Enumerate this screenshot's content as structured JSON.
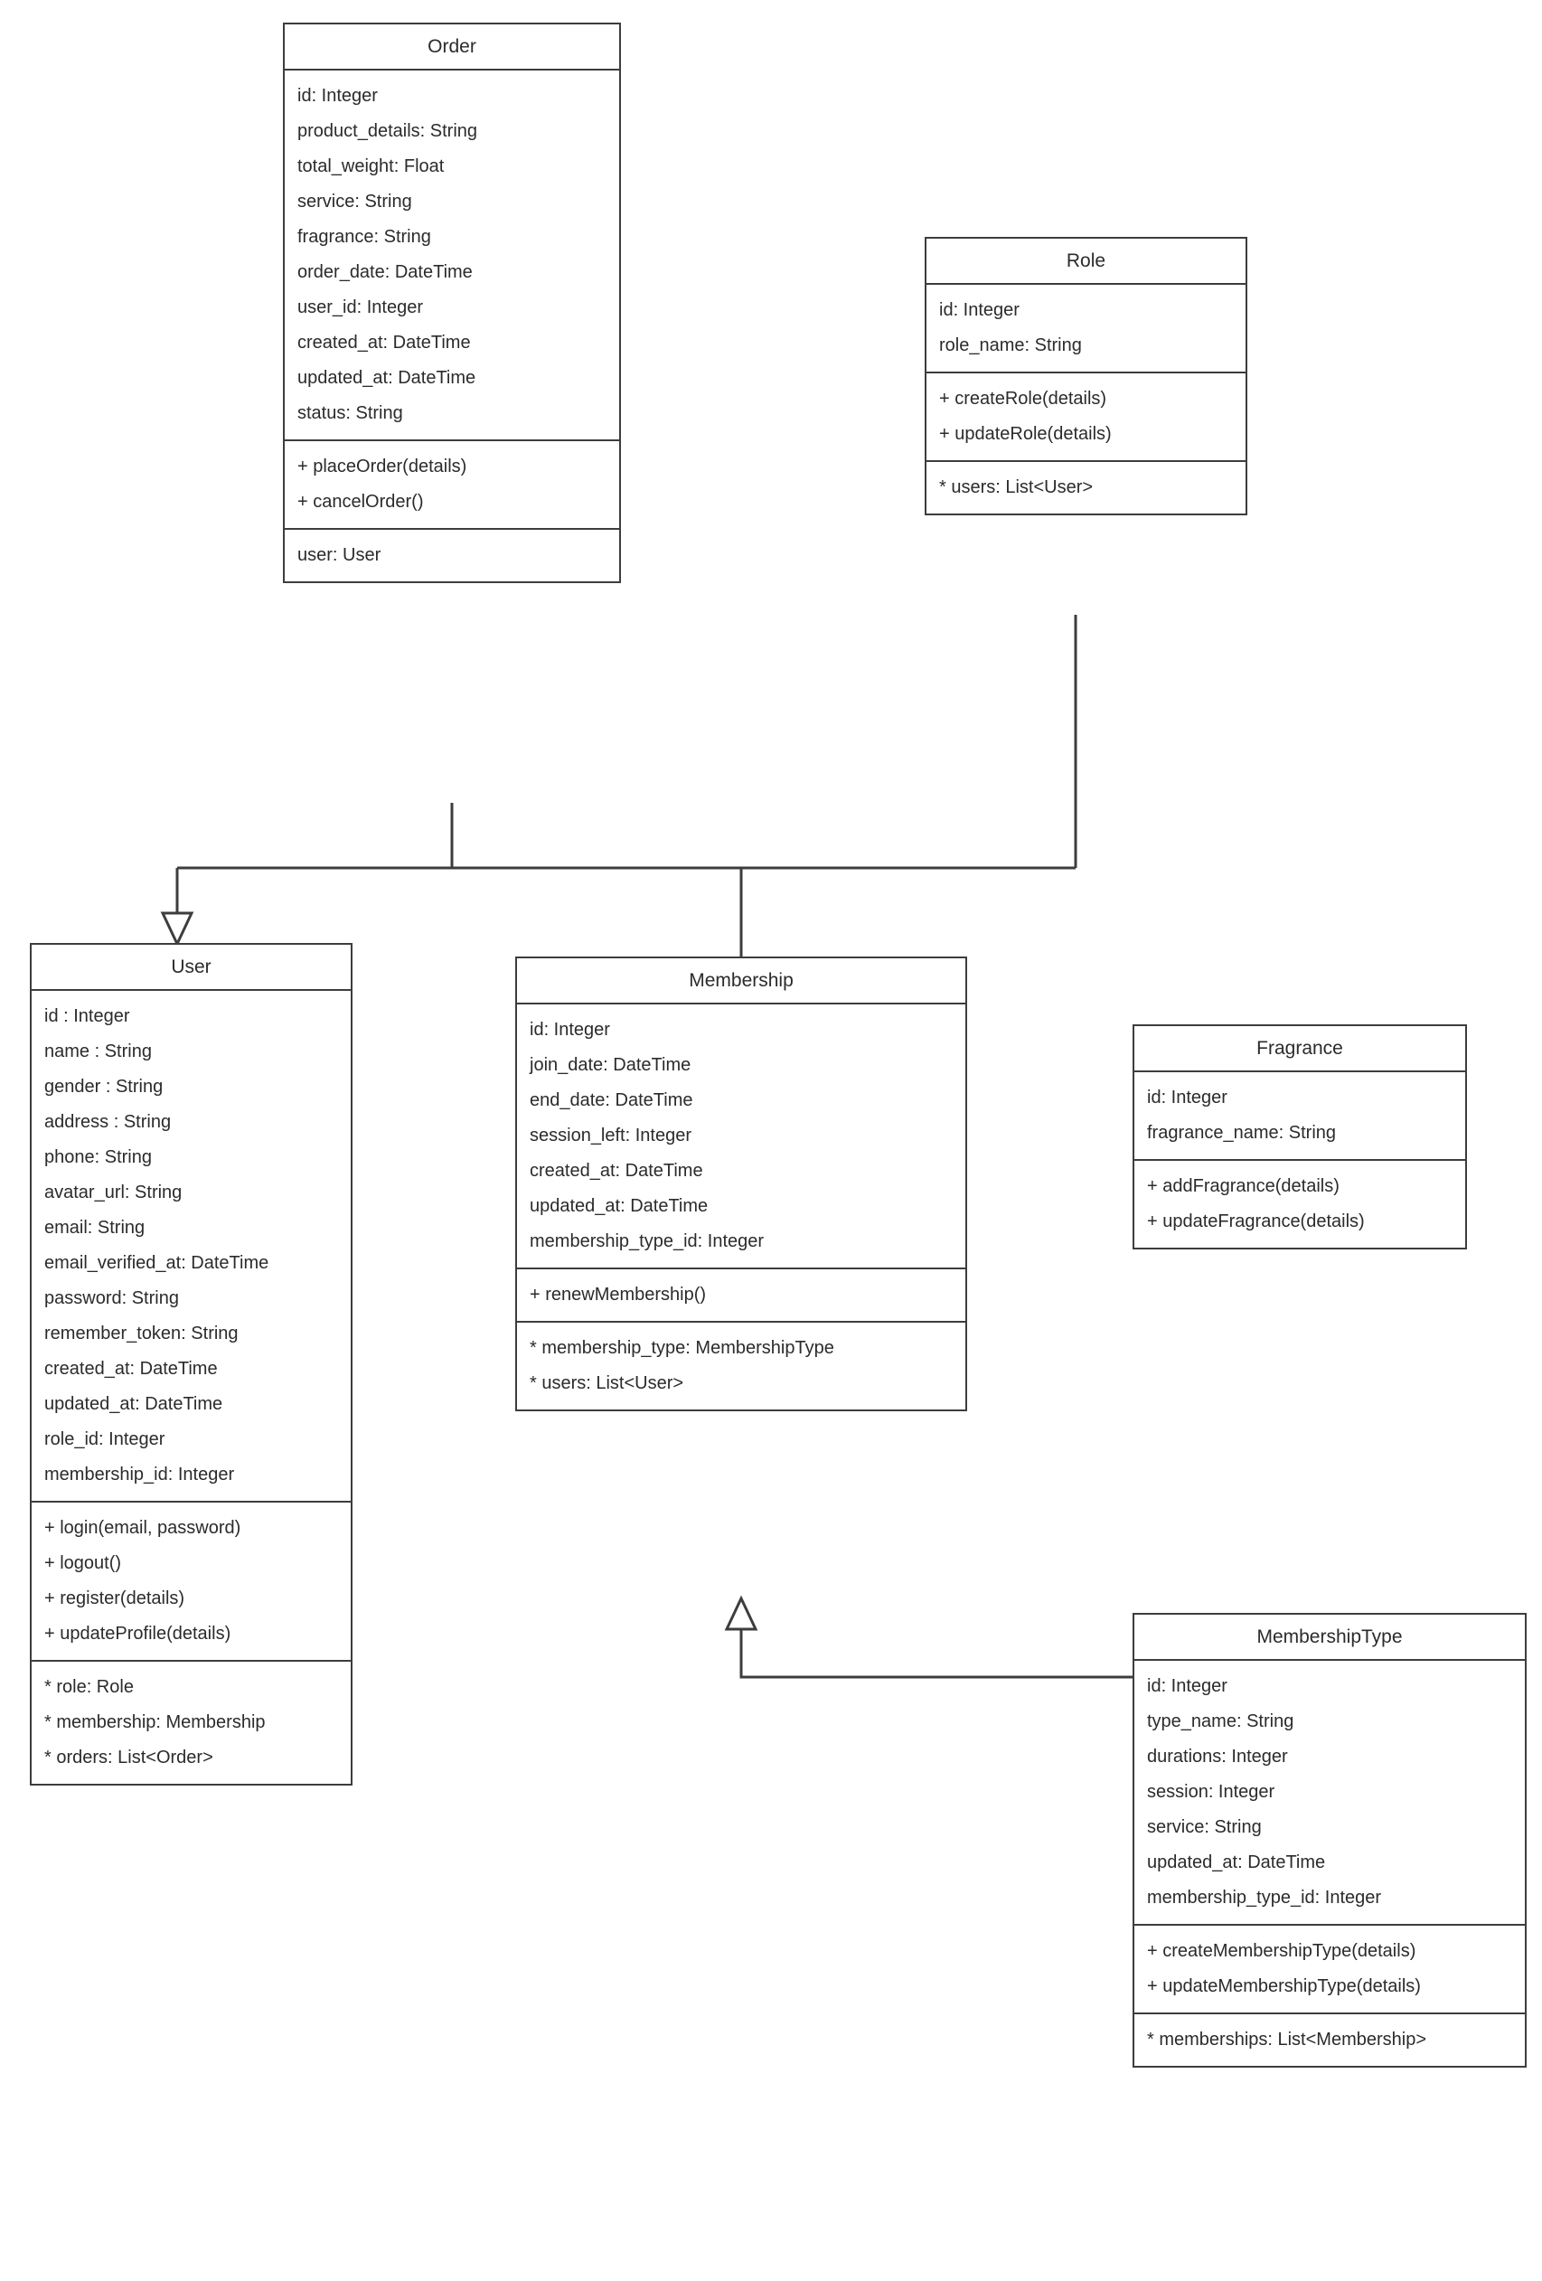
{
  "diagram": {
    "type": "uml-class-diagram",
    "background": "#ffffff",
    "line_color": "#3d3d3d",
    "text_color": "#2b2b2b"
  },
  "classes": {
    "order": {
      "name": "Order",
      "attributes": [
        "id: Integer",
        "product_details: String",
        "total_weight: Float",
        "service: String",
        "fragrance: String",
        "order_date: DateTime",
        "user_id: Integer",
        "created_at: DateTime",
        "updated_at: DateTime",
        "status: String"
      ],
      "methods": [
        "+ placeOrder(details)",
        "+ cancelOrder()"
      ],
      "associations": [
        "user: User"
      ]
    },
    "role": {
      "name": "Role",
      "attributes": [
        "id: Integer",
        "role_name: String"
      ],
      "methods": [
        "+ createRole(details)",
        "+ updateRole(details)"
      ],
      "associations": [
        "* users: List<User>"
      ]
    },
    "user": {
      "name": "User",
      "attributes": [
        "id : Integer",
        "name : String",
        "gender : String",
        "address : String",
        "phone: String",
        "avatar_url: String",
        "email: String",
        "email_verified_at: DateTime",
        "password: String",
        "remember_token: String",
        "created_at: DateTime",
        "updated_at: DateTime",
        "role_id: Integer",
        "membership_id: Integer"
      ],
      "methods": [
        "+ login(email, password)",
        "+ logout()",
        "+ register(details)",
        "+ updateProfile(details)"
      ],
      "associations": [
        "* role: Role",
        "* membership: Membership",
        "* orders: List<Order>"
      ]
    },
    "membership": {
      "name": "Membership",
      "attributes": [
        "id: Integer",
        "join_date: DateTime",
        "end_date: DateTime",
        "session_left: Integer",
        "created_at: DateTime",
        "updated_at: DateTime",
        "membership_type_id: Integer"
      ],
      "methods": [
        "+ renewMembership()"
      ],
      "associations": [
        "* membership_type: MembershipType",
        "* users: List<User>"
      ]
    },
    "fragrance": {
      "name": "Fragrance",
      "attributes": [
        "id: Integer",
        "fragrance_name: String"
      ],
      "methods": [
        "+ addFragrance(details)",
        "+ updateFragrance(details)"
      ],
      "associations": []
    },
    "membership_type": {
      "name": "MembershipType",
      "attributes": [
        "id: Integer",
        "type_name: String",
        "durations: Integer",
        "session: Integer",
        "service: String",
        "updated_at: DateTime",
        "membership_type_id: Integer"
      ],
      "methods": [
        "+ createMembershipType(details)",
        "+ updateMembershipType(details)"
      ],
      "associations": [
        "* memberships: List<Membership>"
      ]
    }
  },
  "relationships": [
    {
      "from": "Order",
      "to": "User",
      "kind": "generalization"
    },
    {
      "from": "Role",
      "to": "User",
      "kind": "generalization"
    },
    {
      "from": "Order",
      "to": "Membership",
      "kind": "association"
    },
    {
      "from": "MembershipType",
      "to": "Membership",
      "kind": "generalization"
    }
  ]
}
